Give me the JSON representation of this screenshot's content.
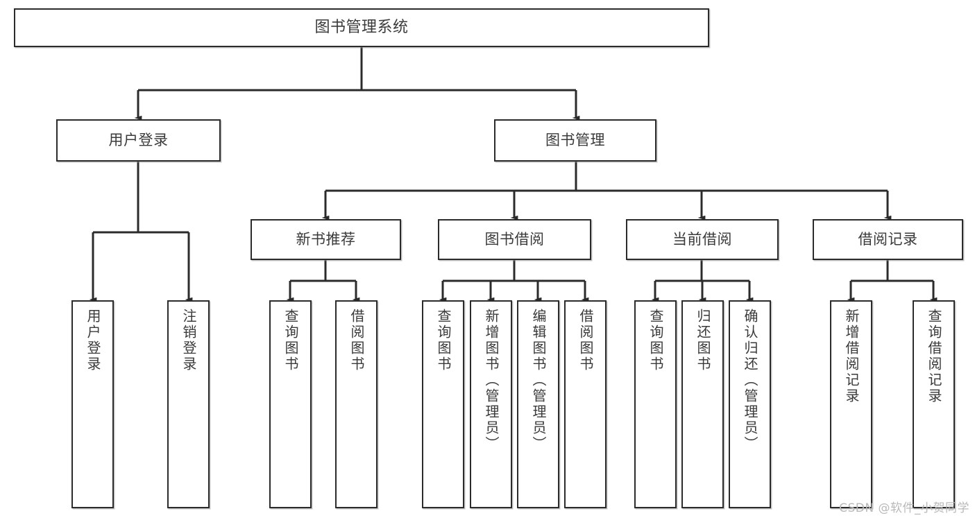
{
  "diagram": {
    "title": "图书管理系统",
    "type": "tree-hierarchy",
    "watermark": "CSDN @软件_小贺同学",
    "colors": {
      "background": "#ffffff",
      "box_border": "#2b2b2b",
      "box_fill": "#ffffff",
      "text": "#3a3a3a",
      "connector": "#2b2b2b",
      "watermark": "#b9b9b9"
    },
    "root": {
      "label": "图书管理系统"
    },
    "level2": [
      {
        "label": "用户登录"
      },
      {
        "label": "图书管理"
      }
    ],
    "level3": [
      {
        "label": "新书推荐"
      },
      {
        "label": "图书借阅"
      },
      {
        "label": "当前借阅"
      },
      {
        "label": "借阅记录"
      }
    ],
    "leaves": {
      "user_login": [
        {
          "label": "用户登录"
        },
        {
          "label": "注销登录"
        }
      ],
      "new_book_recommend": [
        {
          "label": "查询图书"
        },
        {
          "label": "借阅图书"
        }
      ],
      "book_borrow": [
        {
          "label": "查询图书"
        },
        {
          "label": "新增图书（管理员）"
        },
        {
          "label": "编辑图书（管理员）"
        },
        {
          "label": "借阅图书"
        }
      ],
      "current_borrow": [
        {
          "label": "查询图书"
        },
        {
          "label": "归还图书"
        },
        {
          "label": "确认归还（管理员）"
        }
      ],
      "borrow_record": [
        {
          "label": "新增借阅记录"
        },
        {
          "label": "查询借阅记录"
        }
      ]
    }
  }
}
